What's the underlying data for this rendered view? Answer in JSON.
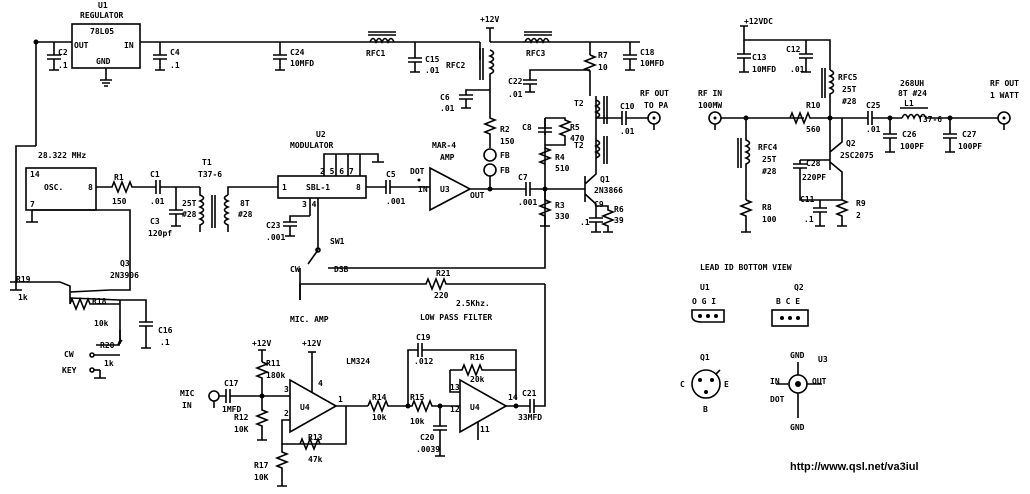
{
  "components": {
    "u1": {
      "ref": "U1",
      "name": "REGULATOR",
      "part": "78L05",
      "pin_out": "OUT",
      "pin_in": "IN",
      "pin_gnd": "GND"
    },
    "c2": {
      "ref": "C2",
      "value": ".1"
    },
    "c4": {
      "ref": "C4",
      "value": ".1"
    },
    "c24": {
      "ref": "C24",
      "value": "10MFD"
    },
    "rfc1": {
      "ref": "RFC1"
    },
    "c15": {
      "ref": "C15",
      "value": ".01"
    },
    "supply1": {
      "label": "+12V"
    },
    "rfc2": {
      "ref": "RFC2"
    },
    "rfc3": {
      "ref": "RFC3"
    },
    "c6": {
      "ref": "C6",
      "value": ".01"
    },
    "c22": {
      "ref": "C22",
      "value": ".01"
    },
    "r7": {
      "ref": "R7",
      "value": "10"
    },
    "c18": {
      "ref": "C18",
      "value": "10MFD"
    },
    "r2": {
      "ref": "R2",
      "value": "150"
    },
    "fb1": {
      "label": "FB"
    },
    "fb2": {
      "label": "FB"
    },
    "c8": {
      "ref": "C8"
    },
    "r5": {
      "ref": "R5",
      "value": "470"
    },
    "r4": {
      "ref": "R4",
      "value": "510"
    },
    "r3": {
      "ref": "R3",
      "value": "330"
    },
    "t2a": {
      "ref": "T2"
    },
    "t2b": {
      "ref": "T2"
    },
    "c10": {
      "ref": "C10",
      "value": ".01"
    },
    "rfout1": {
      "line1": "RF OUT",
      "line2": "TO PA"
    },
    "q1": {
      "ref": "Q1",
      "part": "2N3866"
    },
    "c9": {
      "ref": "C9",
      "value": ".1"
    },
    "r6": {
      "ref": "R6",
      "value": "39"
    },
    "u3": {
      "ref": "U3",
      "name": "MAR-4",
      "label2": "AMP",
      "pin_in": "IN",
      "pin_out": "OUT",
      "dot": "DOT"
    },
    "c5": {
      "ref": "C5",
      "value": ".001"
    },
    "c7": {
      "ref": "C7",
      "value": ".001"
    },
    "u2": {
      "ref": "U2",
      "name": "MODULATOR",
      "part": "SBL-1",
      "pins_top": "2 5 6 7",
      "pin1": "1",
      "pin8": "8",
      "pins_bottom": "3  4"
    },
    "c23": {
      "ref": "C23",
      "value": ".001"
    },
    "sw1": {
      "ref": "SW1",
      "pos_cw": "CW",
      "pos_dsb": "DSB"
    },
    "osc": {
      "freq": "28.322 MHz",
      "label": "OSC.",
      "pin14": "14",
      "pin8": "8",
      "pin7": "7"
    },
    "r1": {
      "ref": "R1",
      "value": "150"
    },
    "c1": {
      "ref": "C1",
      "value": ".01"
    },
    "t1": {
      "ref": "T1",
      "core": "T37-6",
      "pri": "25T",
      "pri2": "#28",
      "sec": "8T",
      "sec2": "#28"
    },
    "c3": {
      "ref": "C3",
      "value": "120pf"
    },
    "q3": {
      "ref": "Q3",
      "part": "2N3906"
    },
    "r19": {
      "ref": "R19",
      "value": "1k"
    },
    "r18": {
      "ref": "R18",
      "value": "10k"
    },
    "c16": {
      "ref": "C16",
      "value": ".1"
    },
    "r20": {
      "ref": "R20",
      "value": "1k"
    },
    "cw_key": {
      "cw": "CW",
      "key": "KEY"
    },
    "r21": {
      "ref": "R21",
      "value": "220"
    },
    "lpf": {
      "line1": "2.5Khz.",
      "line2": "LOW PASS FILTER"
    },
    "mic": {
      "line1": "MIC",
      "line2": "IN",
      "amp": "MIC. AMP"
    },
    "c17": {
      "ref": "C17",
      "value": "1MFD"
    },
    "supply_mic1": {
      "label": "+12V"
    },
    "supply_mic2": {
      "label": "+12V"
    },
    "r11": {
      "ref": "R11",
      "value": "180k"
    },
    "r12": {
      "ref": "R12",
      "value": "10K"
    },
    "r17": {
      "ref": "R17",
      "value": "10K"
    },
    "r13": {
      "ref": "R13",
      "value": "47k"
    },
    "u4a": {
      "ref": "U4",
      "pin3": "3",
      "pin2": "2",
      "pin4": "4",
      "pin1": "1",
      "part": "LM324"
    },
    "r14": {
      "ref": "R14",
      "value": "10k"
    },
    "r15": {
      "ref": "R15",
      "value": "10k"
    },
    "c19": {
      "ref": "C19",
      "value": ".012"
    },
    "r16": {
      "ref": "R16",
      "value": "20k"
    },
    "c20": {
      "ref": "C20",
      "value": ".0039"
    },
    "u4b": {
      "ref": "U4",
      "pin13": "13",
      "pin12": "12",
      "pin14": "14",
      "pin11": "11"
    },
    "c21": {
      "ref": "C21",
      "value": "33MFD"
    },
    "pa_supply": {
      "label": "+12VDC"
    },
    "c13": {
      "ref": "C13",
      "value": "10MFD"
    },
    "c12": {
      "ref": "C12",
      "value": ".01"
    },
    "rfc5": {
      "ref": "RFC5",
      "turns": "25T",
      "wire": "#28"
    },
    "l1": {
      "ref": "L1",
      "ind": "268UH",
      "wind": "8T #24",
      "core": "T37-6"
    },
    "rfin": {
      "line1": "RF IN",
      "line2": "100MW"
    },
    "rfout2": {
      "line1": "RF OUT",
      "line2": "1 WATT"
    },
    "r10": {
      "ref": "R10",
      "value": "560"
    },
    "c25": {
      "ref": "C25",
      "value": ".01"
    },
    "c26": {
      "ref": "C26",
      "value": "100PF"
    },
    "c27": {
      "ref": "C27",
      "value": "100PF"
    },
    "rfc4": {
      "ref": "RFC4",
      "turns": "25T",
      "wire": "#28"
    },
    "q2": {
      "ref": "Q2",
      "part": "2SC2075"
    },
    "c28": {
      "ref": "C28",
      "value": "220PF"
    },
    "r8": {
      "ref": "R8",
      "value": "100"
    },
    "c11": {
      "ref": "C11",
      "value": ".1"
    },
    "r9": {
      "ref": "R9",
      "value": "2"
    }
  },
  "lead_id": {
    "title": "LEAD ID BOTTOM VIEW",
    "u1": "U1",
    "u1_pins": "O G I",
    "q2": "Q2",
    "q2_pins": "B  C  E",
    "q1": "Q1",
    "q1_c": "C",
    "q1_e": "E",
    "q1_b": "B",
    "u3": "U3",
    "u3_gnd_top": "GND",
    "u3_gnd_bot": "GND",
    "u3_in": "IN",
    "u3_out": "OUT",
    "u3_dot": "DOT"
  },
  "url": "http://www.qsl.net/va3iul"
}
